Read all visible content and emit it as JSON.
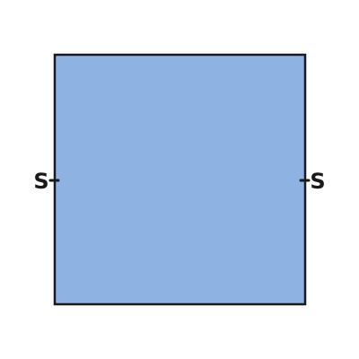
{
  "diagram": {
    "shape": "square",
    "fill_color": "#8EB2E2",
    "stroke_color": "#1a1a1a",
    "left_label": "S",
    "right_label": "S"
  }
}
